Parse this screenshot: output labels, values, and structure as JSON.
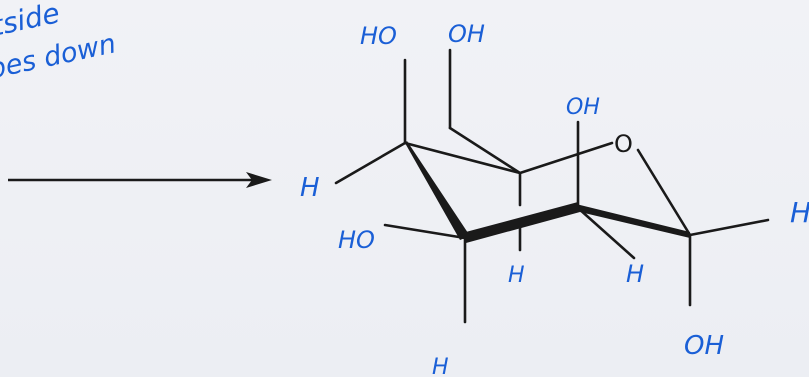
{
  "colors": {
    "ink": "#1a1a1a",
    "pen": "#1a5fd6"
  },
  "note": {
    "line1": "tside",
    "line2": "pes down"
  },
  "labels": {
    "top_left_ho": "HO",
    "top_oh": "OH",
    "ring_oh": "OH",
    "ring_o": "O",
    "left_h": "H",
    "left_ho": "HO",
    "mid_h": "H",
    "right_h": "H",
    "edge_h": "H",
    "bottom_h": "H",
    "bottom_oh": "OH"
  }
}
